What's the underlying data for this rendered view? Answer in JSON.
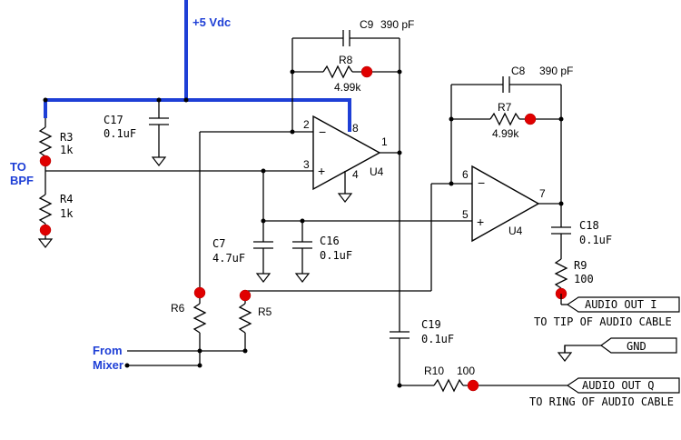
{
  "supply": {
    "label": "+5 Vdc",
    "color": "#1e3fd6"
  },
  "inputs": {
    "bpf_line1": "TO",
    "bpf_line2": "BPF",
    "mixer_line1": "From",
    "mixer_line2": "Mixer"
  },
  "op_amps": {
    "u4a": {
      "name": "U4",
      "pin_in_neg": "2",
      "pin_in_pos": "3",
      "pin_out": "1",
      "pin_vcc": "8",
      "pin_gnd": "4",
      "minus": "−",
      "plus": "+"
    },
    "u4b": {
      "name": "U4",
      "pin_in_neg": "6",
      "pin_in_pos": "5",
      "pin_out": "7",
      "minus": "−",
      "plus": "+"
    }
  },
  "components": {
    "c9": {
      "ref": "C9",
      "value": "390 pF"
    },
    "r8": {
      "ref": "R8",
      "value": "4.99k"
    },
    "c8": {
      "ref": "C8",
      "value": "390 pF"
    },
    "r7": {
      "ref": "R7",
      "value": "4.99k"
    },
    "r3": {
      "ref": "R3",
      "value": "1k"
    },
    "r4": {
      "ref": "R4",
      "value": "1k"
    },
    "c17": {
      "ref": "C17",
      "value": "0.1uF"
    },
    "c7": {
      "ref": "C7",
      "value": "4.7uF"
    },
    "c16": {
      "ref": "C16",
      "value": "0.1uF"
    },
    "c18": {
      "ref": "C18",
      "value": "0.1uF"
    },
    "r9": {
      "ref": "R9",
      "value": "100"
    },
    "r6": {
      "ref": "R6"
    },
    "r5": {
      "ref": "R5"
    },
    "c19": {
      "ref": "C19",
      "value": "0.1uF"
    },
    "r10": {
      "ref": "R10",
      "value": "100"
    }
  },
  "connectors": {
    "audio_out_i": {
      "label": "AUDIO OUT I",
      "note": "TO TIP OF AUDIO CABLE"
    },
    "gnd": {
      "label": "GND"
    },
    "audio_out_q": {
      "label": "AUDIO OUT Q",
      "note": "TO RING OF AUDIO CABLE"
    }
  }
}
